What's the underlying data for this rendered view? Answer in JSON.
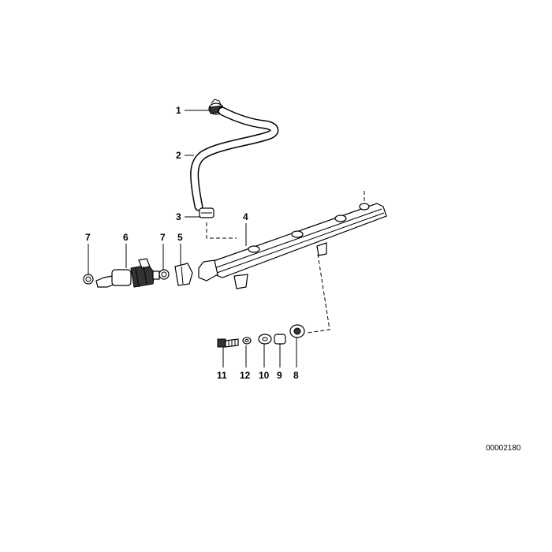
{
  "callouts": {
    "c1": "1",
    "c2": "2",
    "c3": "3",
    "c4": "4",
    "c5": "5",
    "c6": "6",
    "c7a": "7",
    "c7b": "7",
    "c8": "8",
    "c9": "9",
    "c10": "10",
    "c11": "11",
    "c12": "12"
  },
  "document_id": "00002180"
}
